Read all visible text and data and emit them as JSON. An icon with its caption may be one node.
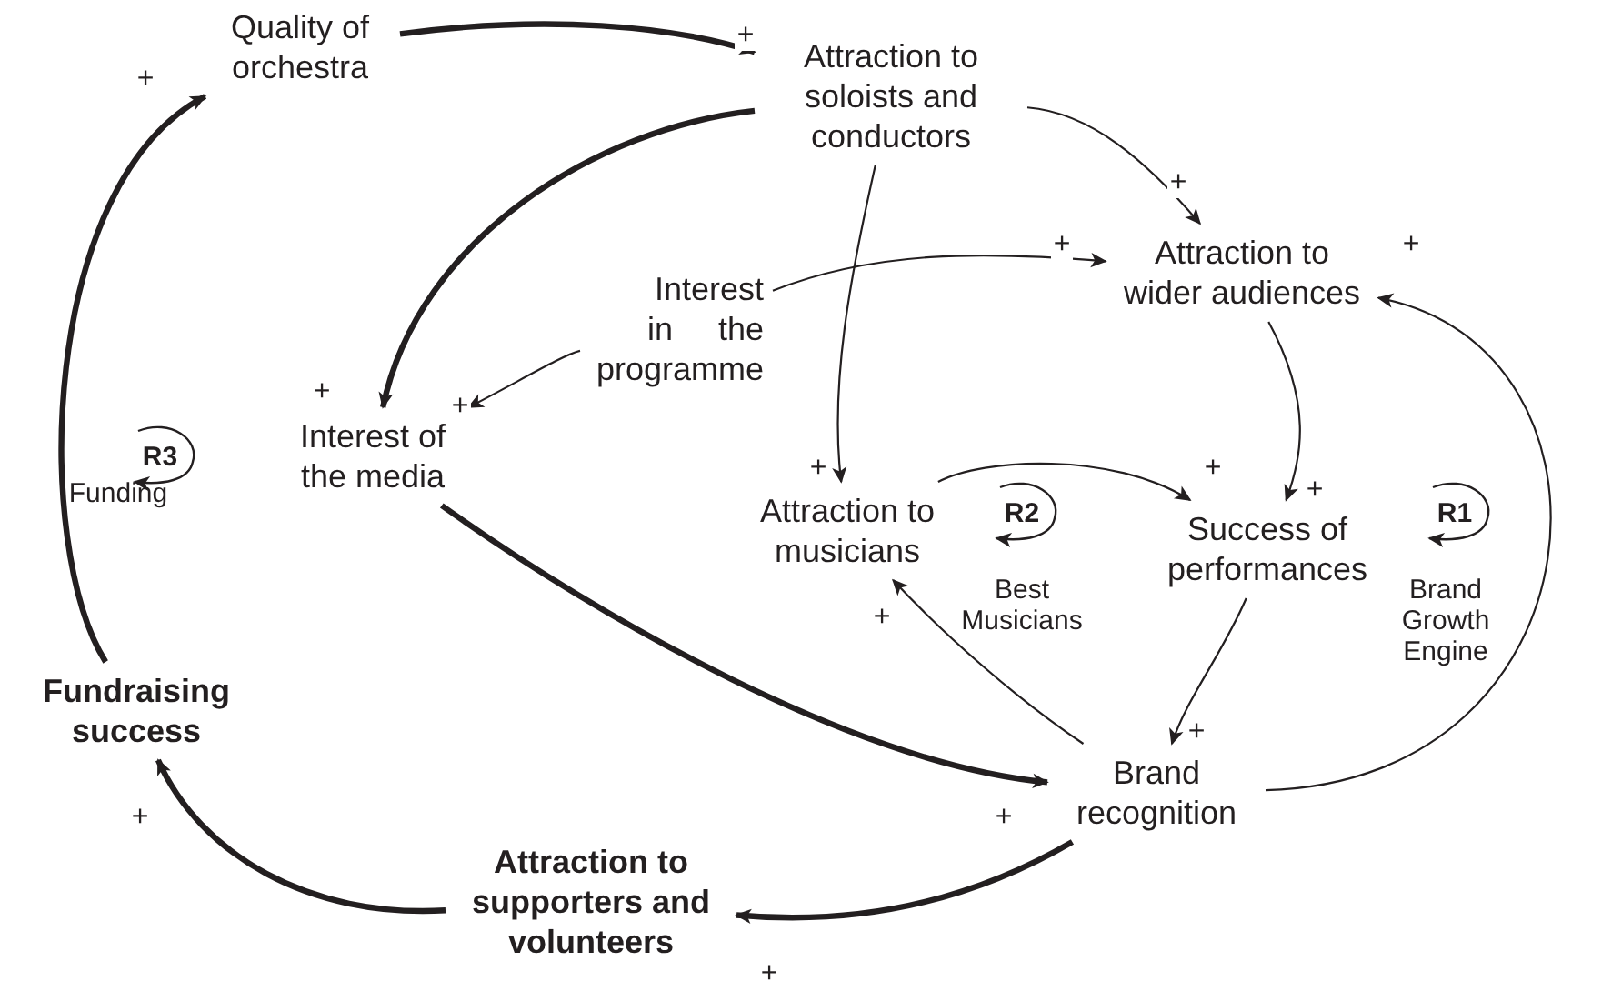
{
  "diagram": {
    "nodes": [
      {
        "text": [
          "Quality of orchestra"
        ]
      },
      {
        "text": [
          "Attraction to soloists and conductors"
        ]
      },
      {
        "text": [
          "Attraction to wider audiences"
        ]
      },
      {
        "text": [
          "Interest in the programme"
        ]
      },
      {
        "text": [
          "Interest of the media"
        ]
      },
      {
        "text": [
          "Attraction to musicians"
        ]
      },
      {
        "text": [
          "Success of performances"
        ]
      },
      {
        "text": [
          "Brand recognition"
        ]
      },
      {
        "text": [
          "Fundraising success"
        ]
      },
      {
        "text": [
          "Attraction to supporters and volunteers"
        ]
      }
    ],
    "edges": [
      {
        "from": 0,
        "to": 1,
        "arrow": "to",
        "label": "+",
        "style": "thick"
      },
      {
        "from": 1,
        "to": 4,
        "arrow": "to",
        "label": "+",
        "style": "thick"
      },
      {
        "from": 1,
        "to": 2,
        "arrow": "to",
        "label": "+"
      },
      {
        "from": 1,
        "to": 5,
        "arrow": "to",
        "label": "+"
      },
      {
        "from": 3,
        "to": 2,
        "arrow": "to",
        "label": "+"
      },
      {
        "from": 3,
        "to": 4,
        "arrow": "to",
        "label": "+"
      },
      {
        "from": 2,
        "to": 6,
        "arrow": "to",
        "label": "+"
      },
      {
        "from": 5,
        "to": 6,
        "arrow": "to",
        "label": "+"
      },
      {
        "from": 6,
        "to": 7,
        "arrow": "to",
        "label": "+"
      },
      {
        "from": 7,
        "to": 5,
        "arrow": "to",
        "label": "+"
      },
      {
        "from": 7,
        "to": 2,
        "arrow": "to",
        "label": "+"
      },
      {
        "from": 4,
        "to": 7,
        "arrow": "to",
        "label": "+",
        "style": "thick"
      },
      {
        "from": 7,
        "to": 9,
        "arrow": "to",
        "label": "+",
        "style": "thick"
      },
      {
        "from": 9,
        "to": 8,
        "arrow": "to",
        "label": "+",
        "style": "thick"
      },
      {
        "from": 8,
        "to": 0,
        "arrow": "to",
        "label": "+",
        "style": "thick"
      }
    ],
    "labels": [
      "R3",
      "Funding",
      "R2",
      "Best Musicians",
      "R1",
      "Brand Growth Engine"
    ]
  }
}
